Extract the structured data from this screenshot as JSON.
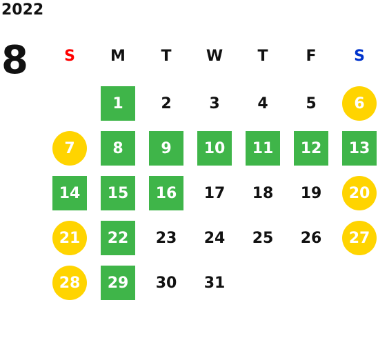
{
  "calendar": {
    "year": "2022",
    "month": "8",
    "weekdays": [
      "S",
      "M",
      "T",
      "W",
      "T",
      "F",
      "S"
    ],
    "colors": {
      "sunday": "#ff0000",
      "saturday": "#0033cc",
      "weekday": "#111111",
      "green": "#3fb549",
      "yellow": "#ffd400",
      "text_on_mark": "#ffffff"
    },
    "weeks": [
      [
        {
          "day": "",
          "mark": "none"
        },
        {
          "day": "1",
          "mark": "green"
        },
        {
          "day": "2",
          "mark": "none"
        },
        {
          "day": "3",
          "mark": "none"
        },
        {
          "day": "4",
          "mark": "none"
        },
        {
          "day": "5",
          "mark": "none"
        },
        {
          "day": "6",
          "mark": "yellow"
        }
      ],
      [
        {
          "day": "7",
          "mark": "yellow"
        },
        {
          "day": "8",
          "mark": "green"
        },
        {
          "day": "9",
          "mark": "green"
        },
        {
          "day": "10",
          "mark": "green"
        },
        {
          "day": "11",
          "mark": "green"
        },
        {
          "day": "12",
          "mark": "green"
        },
        {
          "day": "13",
          "mark": "green"
        }
      ],
      [
        {
          "day": "14",
          "mark": "green"
        },
        {
          "day": "15",
          "mark": "green"
        },
        {
          "day": "16",
          "mark": "green"
        },
        {
          "day": "17",
          "mark": "none"
        },
        {
          "day": "18",
          "mark": "none"
        },
        {
          "day": "19",
          "mark": "none"
        },
        {
          "day": "20",
          "mark": "yellow"
        }
      ],
      [
        {
          "day": "21",
          "mark": "yellow"
        },
        {
          "day": "22",
          "mark": "green"
        },
        {
          "day": "23",
          "mark": "none"
        },
        {
          "day": "24",
          "mark": "none"
        },
        {
          "day": "25",
          "mark": "none"
        },
        {
          "day": "26",
          "mark": "none"
        },
        {
          "day": "27",
          "mark": "yellow"
        }
      ],
      [
        {
          "day": "28",
          "mark": "yellow"
        },
        {
          "day": "29",
          "mark": "green"
        },
        {
          "day": "30",
          "mark": "none"
        },
        {
          "day": "31",
          "mark": "none"
        },
        {
          "day": "",
          "mark": "none"
        },
        {
          "day": "",
          "mark": "none"
        },
        {
          "day": "",
          "mark": "none"
        }
      ]
    ]
  }
}
